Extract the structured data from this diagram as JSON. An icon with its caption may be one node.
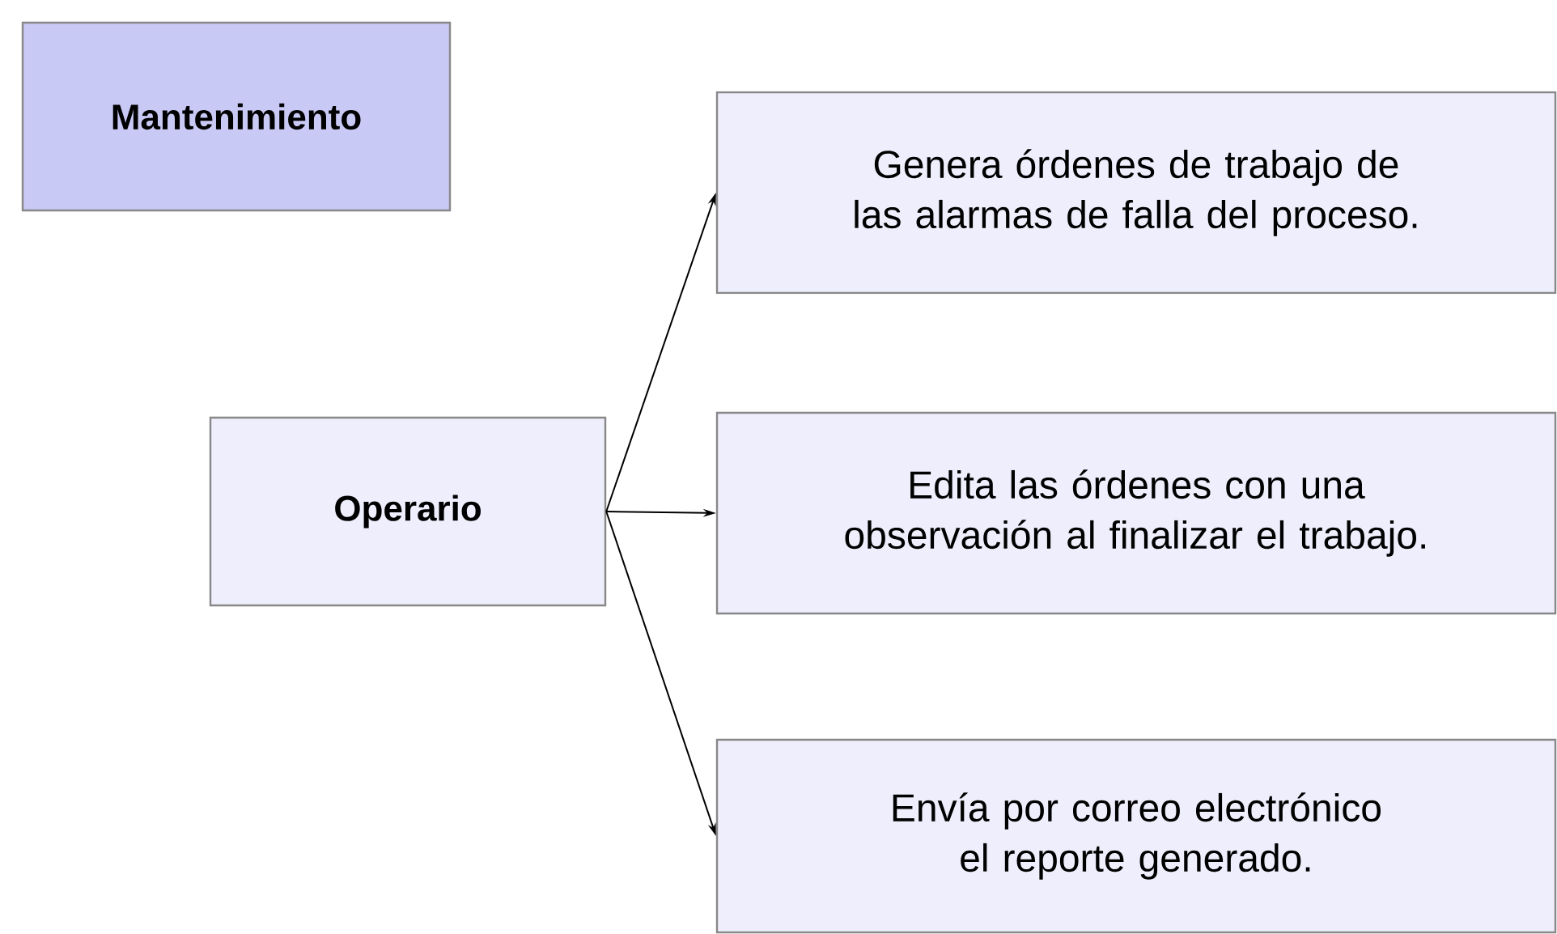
{
  "diagram": {
    "nodes": [
      {
        "text": [
          "Mantenimiento"
        ]
      },
      {
        "text": [
          "Operario"
        ]
      },
      {
        "text": [
          "Genera órdenes de trabajo de las alarmas de falla del proceso."
        ]
      },
      {
        "text": [
          "Edita las órdenes con una observación al finalizar el trabajo."
        ]
      },
      {
        "text": [
          "Envía por correo electrónico el reporte generado."
        ]
      }
    ],
    "edges": [
      {
        "from": 1,
        "to": 2,
        "arrow": "to"
      },
      {
        "from": 1,
        "to": 3,
        "arrow": "to"
      },
      {
        "from": 1,
        "to": 4,
        "arrow": "to"
      }
    ]
  }
}
